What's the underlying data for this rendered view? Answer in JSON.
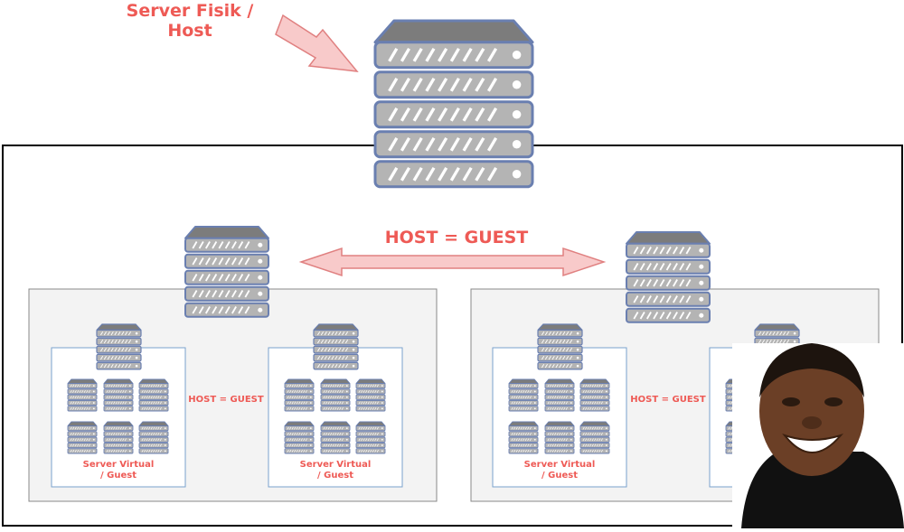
{
  "labels": {
    "server_fisik": "Server Fisik /\nHost",
    "host_guest": "HOST = GUEST",
    "host_guest_small": "HOST = GUEST",
    "server_virtual": "Server Virtual\n/ Guest"
  },
  "colors": {
    "label_red": "#ee5a55",
    "server_fill": "#b4b4b4",
    "server_border": "#6a7fb0",
    "arrow_fill": "#f8caca",
    "arrow_stroke": "#e08080",
    "hypervisor_bg": "#f3f3f3",
    "vm_border": "#7aa2cc"
  },
  "photo": {
    "type": "laughing-man-meme"
  }
}
